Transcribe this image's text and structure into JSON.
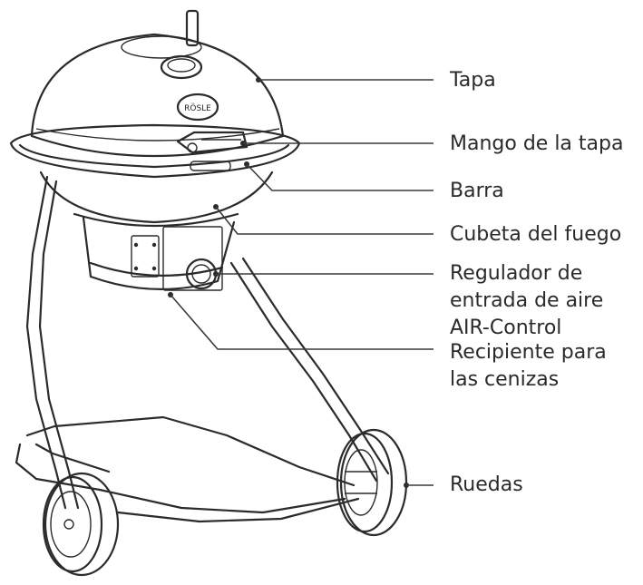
{
  "labels": {
    "tapa": "Tapa",
    "mango": "Mango de la tapa",
    "barra": "Barra",
    "cubeta": "Cubeta del fuego",
    "regulador": [
      "Regulador de",
      "entrada de aire",
      "AIR-Control"
    ],
    "recipiente": [
      "Recipiente para",
      "las cenizas"
    ],
    "ruedas": "Ruedas"
  },
  "logo_text": [
    "RÖSLE"
  ]
}
